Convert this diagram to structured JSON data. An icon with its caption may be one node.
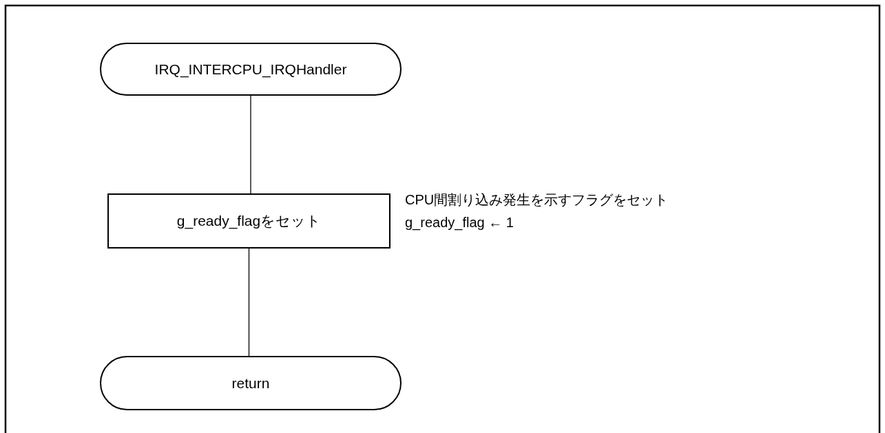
{
  "diagram": {
    "nodes": [
      {
        "text": [
          "IRQ_INTERCPU_IRQHandler"
        ]
      },
      {
        "text": [
          "g_ready_flagをセット"
        ],
        "beside": [
          "CPU間割り込み発生を示すフラグをセット",
          "g_ready_flag ← 1"
        ]
      },
      {
        "text": [
          "return"
        ]
      }
    ],
    "edges": [
      {
        "from": 0,
        "to": 1,
        "arrow": "none"
      },
      {
        "from": 1,
        "to": 2,
        "arrow": "none"
      }
    ]
  }
}
